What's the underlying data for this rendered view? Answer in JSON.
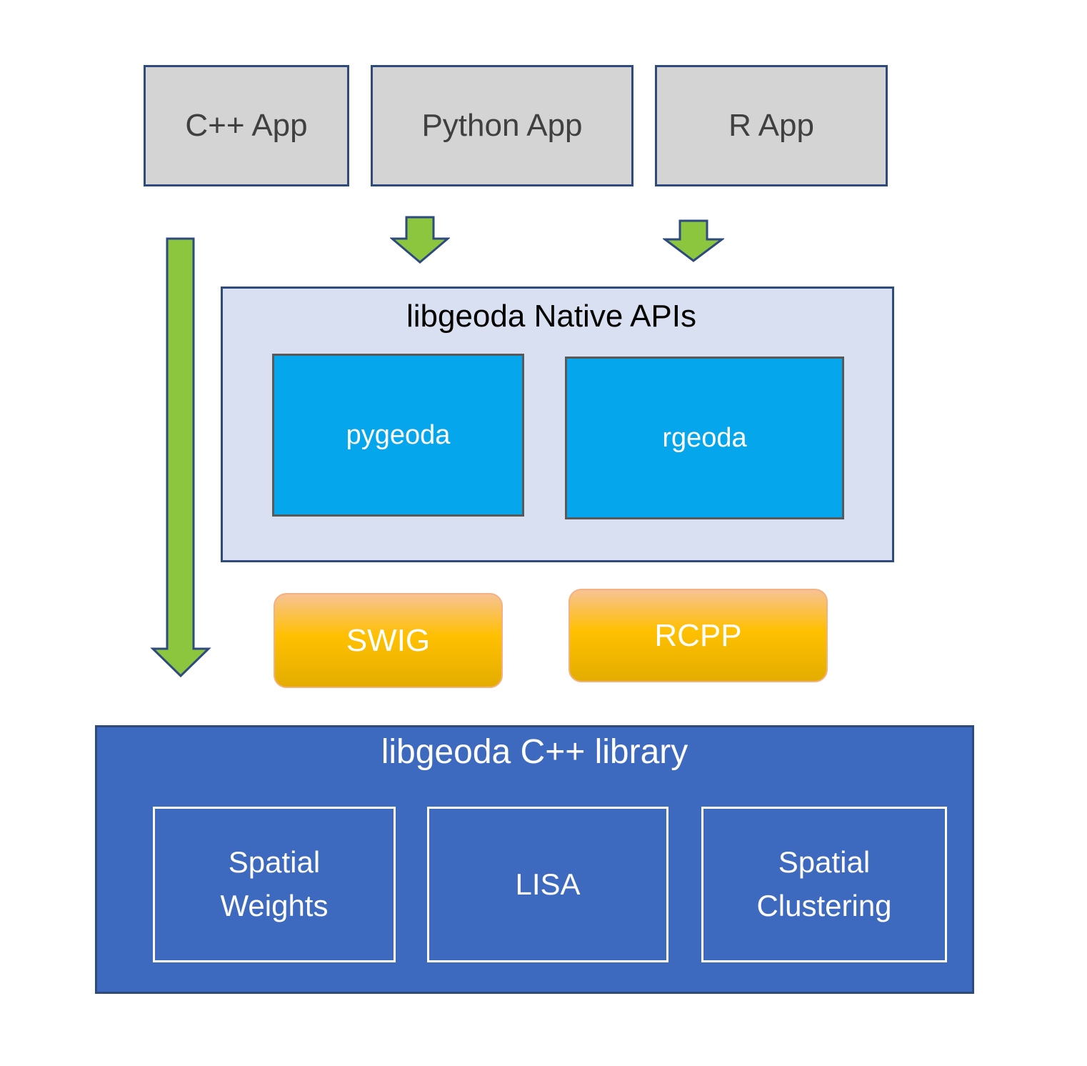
{
  "apps": {
    "cpp": "C++ App",
    "python": "Python App",
    "r": "R App"
  },
  "native_apis": {
    "title": "libgeoda Native APIs",
    "pygeoda": "pygeoda",
    "rgeoda": "rgeoda"
  },
  "wrappers": {
    "swig": "SWIG",
    "rcpp": "RCPP"
  },
  "library": {
    "title": "libgeoda C++ library",
    "spatial_weights": {
      "line1": "Spatial",
      "line2": "Weights"
    },
    "lisa": "LISA",
    "spatial_clustering": {
      "line1": "Spatial",
      "line2": "Clustering"
    }
  },
  "colors": {
    "arrow_fill": "#8cc63f",
    "arrow_stroke": "#2f4a7f",
    "app_fill": "#d4d4d4",
    "native_fill": "#d9e0f1",
    "binding_fill": "#05a6ec",
    "tool_fill": "#ffc000",
    "library_fill": "#3d69bf"
  }
}
